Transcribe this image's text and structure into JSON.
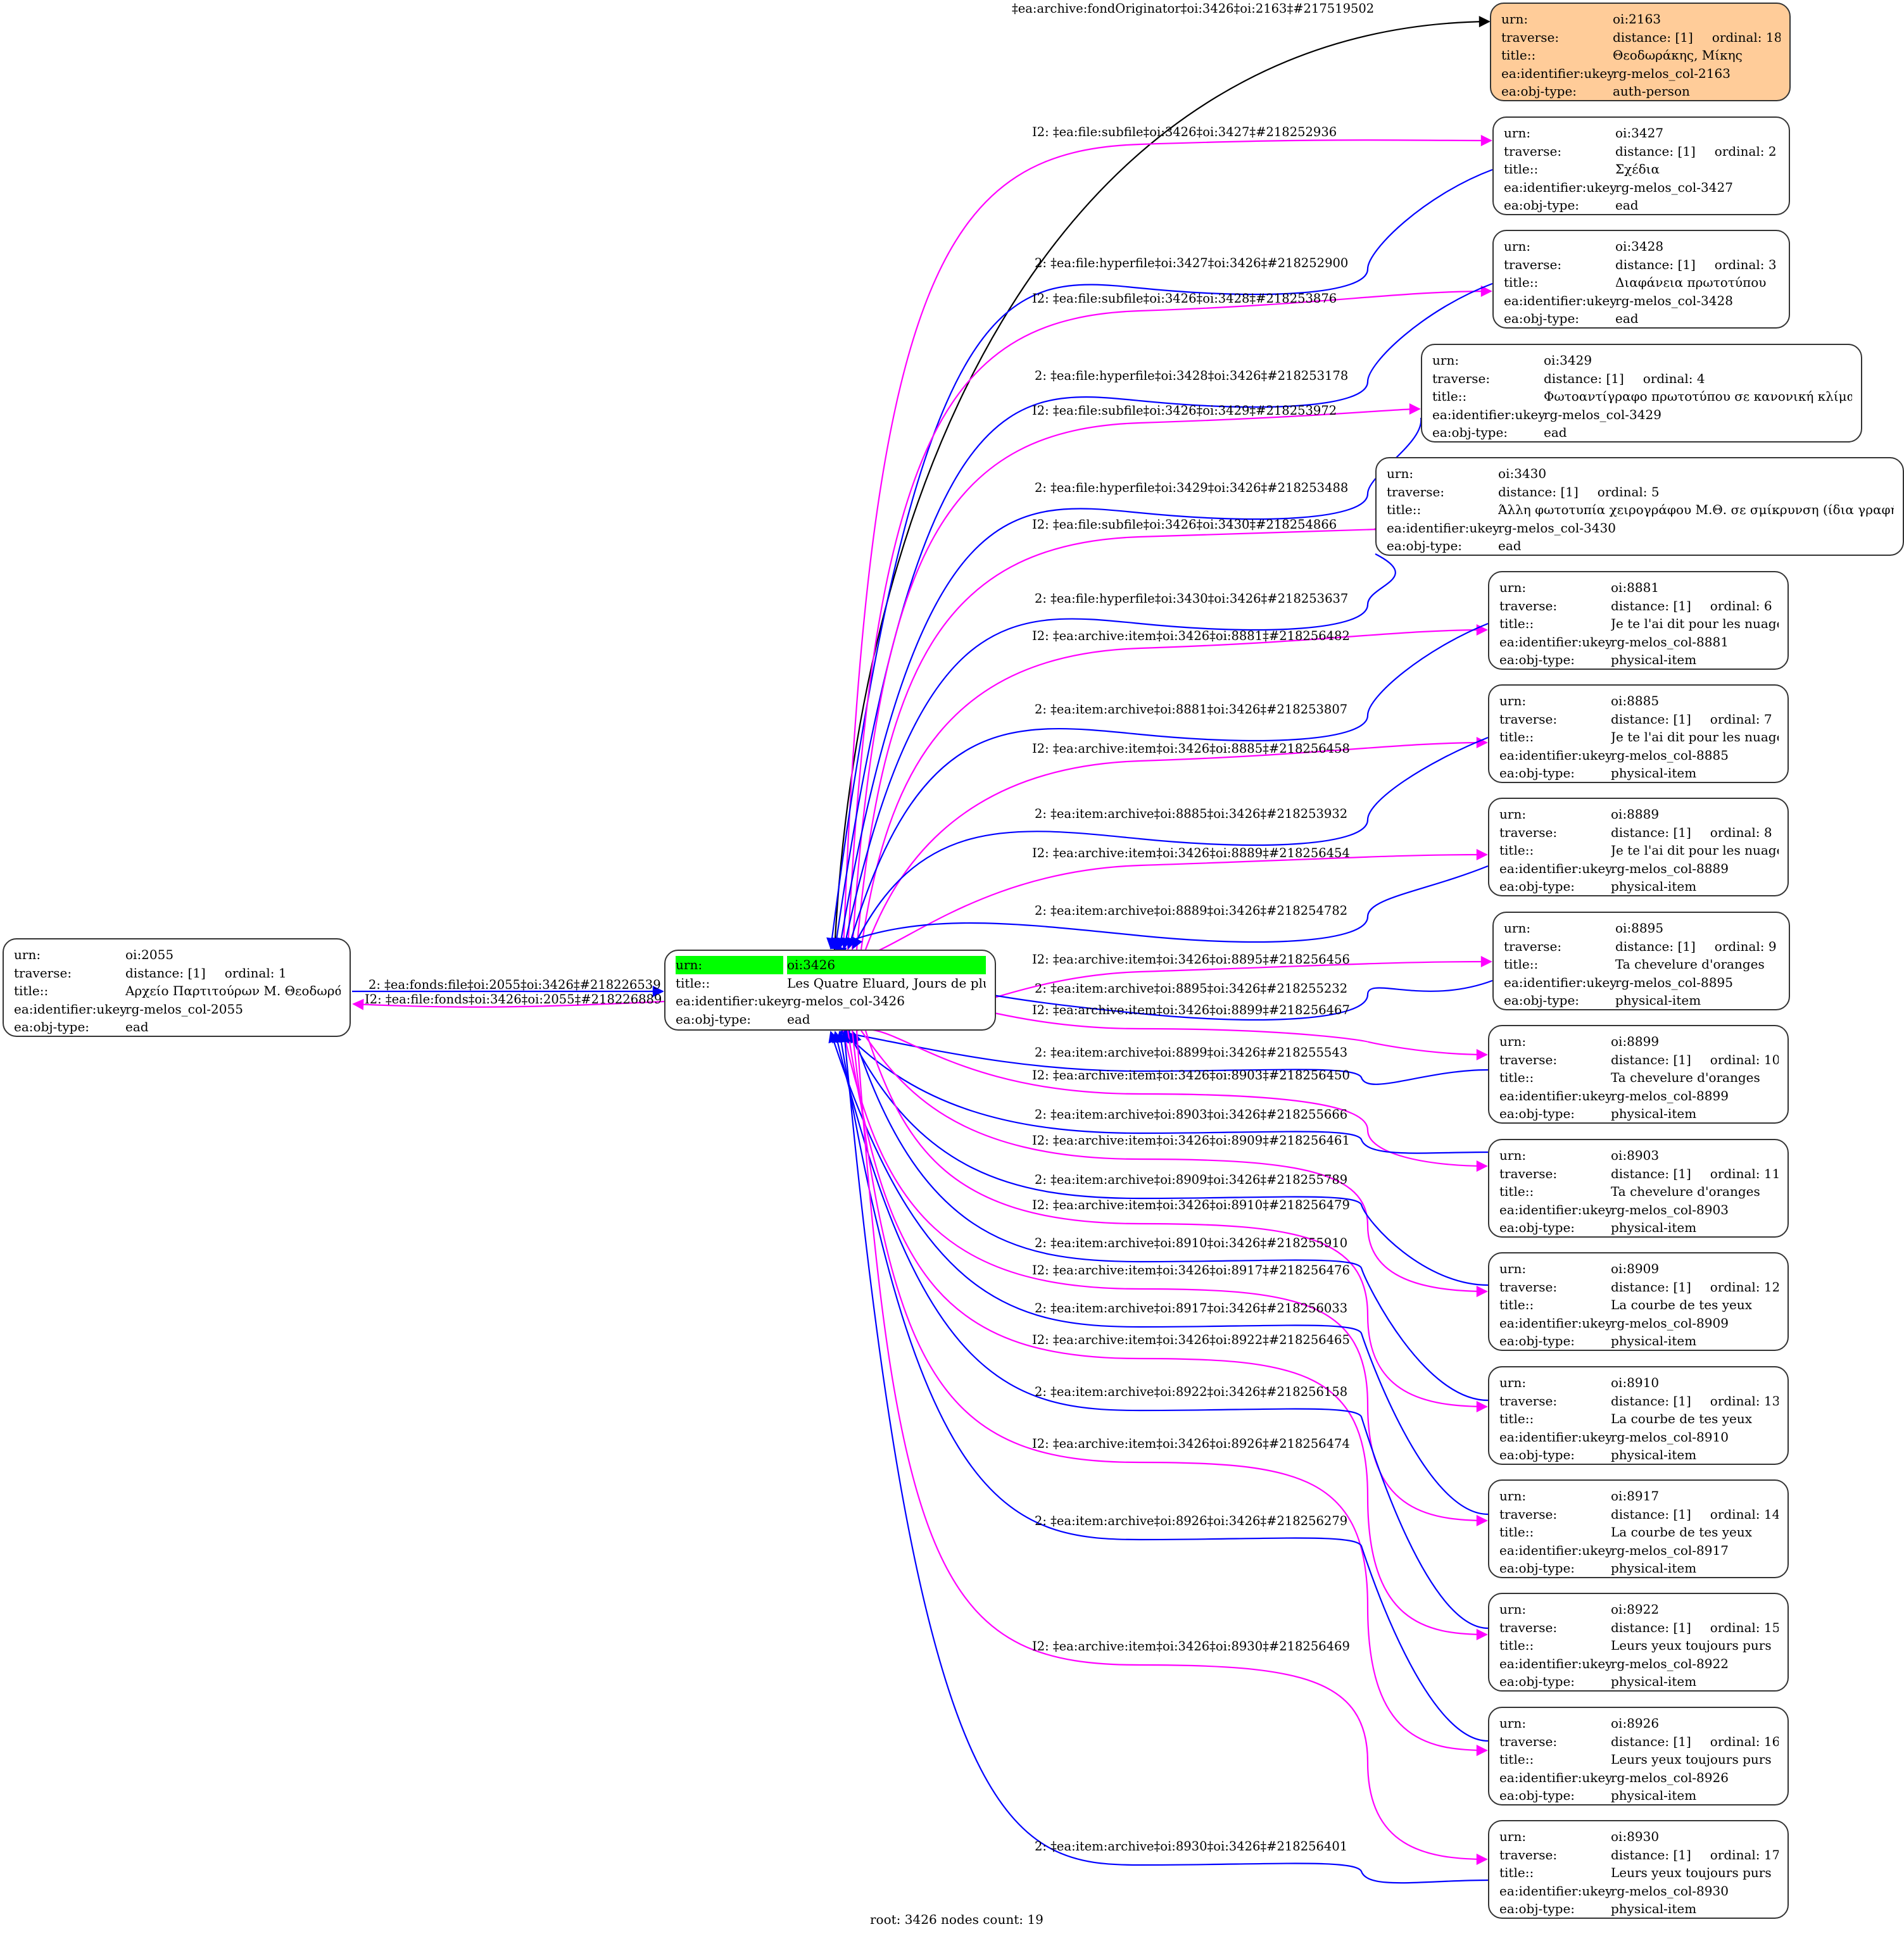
{
  "colors": {
    "forward": "#0000ff",
    "inverse": "#ff00ff",
    "originator": "#000000",
    "root_highlight": "#00ff00",
    "auth_fill": "#ffcc99"
  },
  "field_labels": {
    "urn": "urn:",
    "traverse": "traverse:",
    "title": "title::",
    "ukey": "ea:identifier:ukey",
    "objtype": "ea:obj-type:"
  },
  "root": {
    "urn": "oi:3426",
    "title": "Les Quatre Eluard, Jours de pluie",
    "ukey": "rg-melos_col-3426",
    "objtype": "ead"
  },
  "parent": {
    "urn": "oi:2055",
    "distance": "distance: [1]",
    "ordinal": "ordinal: 1",
    "title": "Αρχείο Παρτιτούρων Μ. Θεοδωράκη",
    "ukey": "rg-melos_col-2055",
    "objtype": "ead"
  },
  "nodes": [
    {
      "urn": "oi:2163",
      "distance": "distance: [1]",
      "ordinal": "ordinal: 18",
      "title": "Θεοδωράκης, Μίκης",
      "ukey": "rg-melos_col-2163",
      "objtype": "auth-person"
    },
    {
      "urn": "oi:3427",
      "distance": "distance: [1]",
      "ordinal": "ordinal: 2",
      "title": "Σχέδια",
      "ukey": "rg-melos_col-3427",
      "objtype": "ead"
    },
    {
      "urn": "oi:3428",
      "distance": "distance: [1]",
      "ordinal": "ordinal: 3",
      "title": "Διαφάνεια πρωτοτύπου",
      "ukey": "rg-melos_col-3428",
      "objtype": "ead"
    },
    {
      "urn": "oi:3429",
      "distance": "distance: [1]",
      "ordinal": "ordinal: 4",
      "title": "Φωτοαντίγραφο πρωτοτύπου σε κανονική κλίμακα",
      "ukey": "rg-melos_col-3429",
      "objtype": "ead"
    },
    {
      "urn": "oi:3430",
      "distance": "distance: [1]",
      "ordinal": "ordinal: 5",
      "title": "Άλλη φωτοτυπία χειρογράφου Μ.Θ. σε σμίκρυνση (ίδια γραφή μ...",
      "ukey": "rg-melos_col-3430",
      "objtype": "ead"
    },
    {
      "urn": "oi:8881",
      "distance": "distance: [1]",
      "ordinal": "ordinal: 6",
      "title": "Je te l'ai dit pour les nuages",
      "ukey": "rg-melos_col-8881",
      "objtype": "physical-item"
    },
    {
      "urn": "oi:8885",
      "distance": "distance: [1]",
      "ordinal": "ordinal: 7",
      "title": "Je te l'ai dit pour les nuages",
      "ukey": "rg-melos_col-8885",
      "objtype": "physical-item"
    },
    {
      "urn": "oi:8889",
      "distance": "distance: [1]",
      "ordinal": "ordinal: 8",
      "title": "Je te l'ai dit pour les nuages",
      "ukey": "rg-melos_col-8889",
      "objtype": "physical-item"
    },
    {
      "urn": "oi:8895",
      "distance": "distance: [1]",
      "ordinal": "ordinal: 9",
      "title": "Ta chevelure d'oranges",
      "ukey": "rg-melos_col-8895",
      "objtype": "physical-item"
    },
    {
      "urn": "oi:8899",
      "distance": "distance: [1]",
      "ordinal": "ordinal: 10",
      "title": "Ta chevelure d'oranges",
      "ukey": "rg-melos_col-8899",
      "objtype": "physical-item"
    },
    {
      "urn": "oi:8903",
      "distance": "distance: [1]",
      "ordinal": "ordinal: 11",
      "title": "Ta chevelure d'oranges",
      "ukey": "rg-melos_col-8903",
      "objtype": "physical-item"
    },
    {
      "urn": "oi:8909",
      "distance": "distance: [1]",
      "ordinal": "ordinal: 12",
      "title": "La courbe de tes yeux",
      "ukey": "rg-melos_col-8909",
      "objtype": "physical-item"
    },
    {
      "urn": "oi:8910",
      "distance": "distance: [1]",
      "ordinal": "ordinal: 13",
      "title": "La courbe de tes yeux",
      "ukey": "rg-melos_col-8910",
      "objtype": "physical-item"
    },
    {
      "urn": "oi:8917",
      "distance": "distance: [1]",
      "ordinal": "ordinal: 14",
      "title": "La courbe de tes yeux",
      "ukey": "rg-melos_col-8917",
      "objtype": "physical-item"
    },
    {
      "urn": "oi:8922",
      "distance": "distance: [1]",
      "ordinal": "ordinal: 15",
      "title": "Leurs yeux toujours purs",
      "ukey": "rg-melos_col-8922",
      "objtype": "physical-item"
    },
    {
      "urn": "oi:8926",
      "distance": "distance: [1]",
      "ordinal": "ordinal: 16",
      "title": "Leurs yeux toujours purs",
      "ukey": "rg-melos_col-8926",
      "objtype": "physical-item"
    },
    {
      "urn": "oi:8930",
      "distance": "distance: [1]",
      "ordinal": "ordinal: 17",
      "title": "Leurs yeux toujours purs",
      "ukey": "rg-melos_col-8930",
      "objtype": "physical-item"
    }
  ],
  "edges": {
    "originator": "‡ea:archive:fondOriginator‡oi:3426‡oi:2163‡#217519502",
    "parent_forward": "2: ‡ea:fonds:file‡oi:2055‡oi:3426‡#218226539",
    "parent_inverse": "I2: ‡ea:file:fonds‡oi:3426‡oi:2055‡#218226889",
    "children": [
      {
        "inv": "I2: ‡ea:file:subfile‡oi:3426‡oi:3427‡#218252936",
        "fwd": "2: ‡ea:file:hyperfile‡oi:3427‡oi:3426‡#218252900"
      },
      {
        "inv": "I2: ‡ea:file:subfile‡oi:3426‡oi:3428‡#218253876",
        "fwd": "2: ‡ea:file:hyperfile‡oi:3428‡oi:3426‡#218253178"
      },
      {
        "inv": "I2: ‡ea:file:subfile‡oi:3426‡oi:3429‡#218253972",
        "fwd": "2: ‡ea:file:hyperfile‡oi:3429‡oi:3426‡#218253488"
      },
      {
        "inv": "I2: ‡ea:file:subfile‡oi:3426‡oi:3430‡#218254866",
        "fwd": "2: ‡ea:file:hyperfile‡oi:3430‡oi:3426‡#218253637"
      },
      {
        "inv": "I2: ‡ea:archive:item‡oi:3426‡oi:8881‡#218256482",
        "fwd": "2: ‡ea:item:archive‡oi:8881‡oi:3426‡#218253807"
      },
      {
        "inv": "I2: ‡ea:archive:item‡oi:3426‡oi:8885‡#218256458",
        "fwd": "2: ‡ea:item:archive‡oi:8885‡oi:3426‡#218253932"
      },
      {
        "inv": "I2: ‡ea:archive:item‡oi:3426‡oi:8889‡#218256454",
        "fwd": "2: ‡ea:item:archive‡oi:8889‡oi:3426‡#218254782"
      },
      {
        "inv": "I2: ‡ea:archive:item‡oi:3426‡oi:8895‡#218256456",
        "fwd": "2: ‡ea:item:archive‡oi:8895‡oi:3426‡#218255232"
      },
      {
        "inv": "I2: ‡ea:archive:item‡oi:3426‡oi:8899‡#218256467",
        "fwd": "2: ‡ea:item:archive‡oi:8899‡oi:3426‡#218255543"
      },
      {
        "inv": "I2: ‡ea:archive:item‡oi:3426‡oi:8903‡#218256450",
        "fwd": "2: ‡ea:item:archive‡oi:8903‡oi:3426‡#218255666"
      },
      {
        "inv": "I2: ‡ea:archive:item‡oi:3426‡oi:8909‡#218256461",
        "fwd": "2: ‡ea:item:archive‡oi:8909‡oi:3426‡#218255789"
      },
      {
        "inv": "I2: ‡ea:archive:item‡oi:3426‡oi:8910‡#218256479",
        "fwd": "2: ‡ea:item:archive‡oi:8910‡oi:3426‡#218255910"
      },
      {
        "inv": "I2: ‡ea:archive:item‡oi:3426‡oi:8917‡#218256476",
        "fwd": "2: ‡ea:item:archive‡oi:8917‡oi:3426‡#218256033"
      },
      {
        "inv": "I2: ‡ea:archive:item‡oi:3426‡oi:8922‡#218256465",
        "fwd": "2: ‡ea:item:archive‡oi:8922‡oi:3426‡#218256158"
      },
      {
        "inv": "I2: ‡ea:archive:item‡oi:3426‡oi:8926‡#218256474",
        "fwd": "2: ‡ea:item:archive‡oi:8926‡oi:3426‡#218256279"
      },
      {
        "inv": "I2: ‡ea:archive:item‡oi:3426‡oi:8930‡#218256469",
        "fwd": "2: ‡ea:item:archive‡oi:8930‡oi:3426‡#218256401"
      }
    ]
  },
  "caption": "root: 3426 nodes count: 19"
}
